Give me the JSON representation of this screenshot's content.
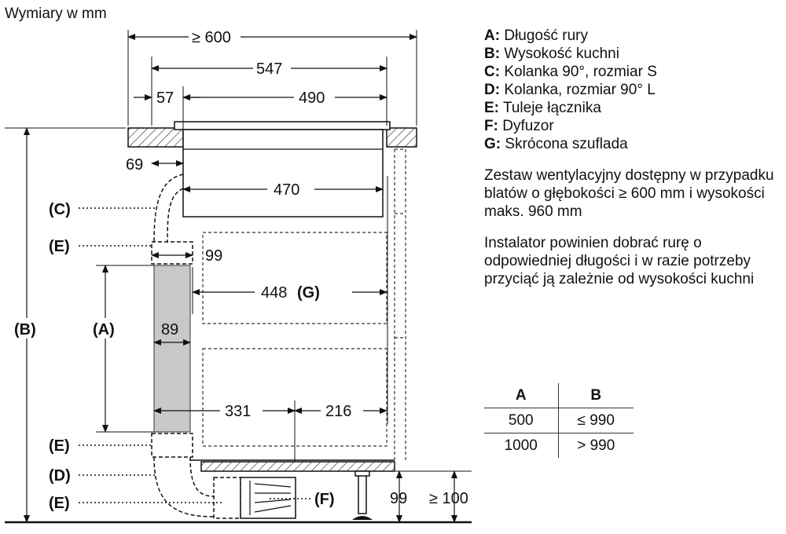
{
  "title": "Wymiary w mm",
  "dimensions": {
    "d600": "≥ 600",
    "d547": "547",
    "d57": "57",
    "d490": "490",
    "d69": "69",
    "d470": "470",
    "d99_pipe": "99",
    "d448": "448",
    "d448_ref": "(G)",
    "d89": "89",
    "d331": "331",
    "d216": "216",
    "d99_floor": "99",
    "d100": "≥ 100"
  },
  "callouts": {
    "A": "(A)",
    "B": "(B)",
    "C": "(C)",
    "E1": "(E)",
    "E2": "(E)",
    "D": "(D)",
    "E3": "(E)",
    "F": "(F)"
  },
  "legend": [
    {
      "key": "A:",
      "text": "Długość rury"
    },
    {
      "key": "B:",
      "text": "Wysokość kuchni"
    },
    {
      "key": "C:",
      "text": "Kolanka 90°, rozmiar S"
    },
    {
      "key": "D:",
      "text": "Kolanka, rozmiar 90° L"
    },
    {
      "key": "E:",
      "text": "Tuleje łącznika"
    },
    {
      "key": "F:",
      "text": "Dyfuzor"
    },
    {
      "key": "G:",
      "text": "Skrócona szuflada"
    }
  ],
  "paragraph1": "Zestaw wentylacyjny dostępny w przypadku blatów o głębokości ≥ 600 mm i wysokości maks. 960 mm",
  "paragraph2": "Instalator powinien dobrać rurę o odpowiedniej długości i w razie potrzeby przyciąć ją zależnie od wysokości kuchni",
  "table": {
    "headers": [
      "A",
      "B"
    ],
    "rows": [
      [
        "500",
        "≤ 990"
      ],
      [
        "1000",
        "> 990"
      ]
    ]
  }
}
